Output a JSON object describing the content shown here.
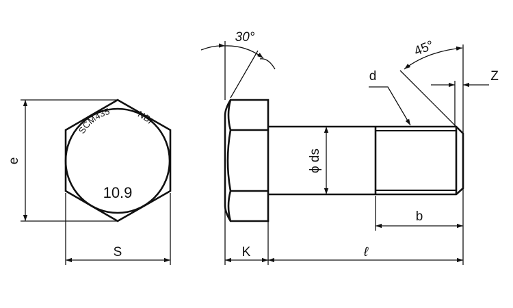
{
  "drawing": {
    "title": "Hex bolt dimension drawing",
    "head_marking": {
      "material": "SCM435",
      "maker": "NBI",
      "grade": "10.9"
    },
    "dimensions": {
      "across_corners": "e",
      "across_flats": "S",
      "head_height": "K",
      "length": "ℓ",
      "thread_length": "b",
      "shank_diameter": "ϕ ds",
      "thread_diameter": "d",
      "chamfer_length": "Z",
      "head_chamfer_angle": "30°",
      "thread_chamfer_angle": "45°"
    },
    "line_color": "#111111"
  }
}
